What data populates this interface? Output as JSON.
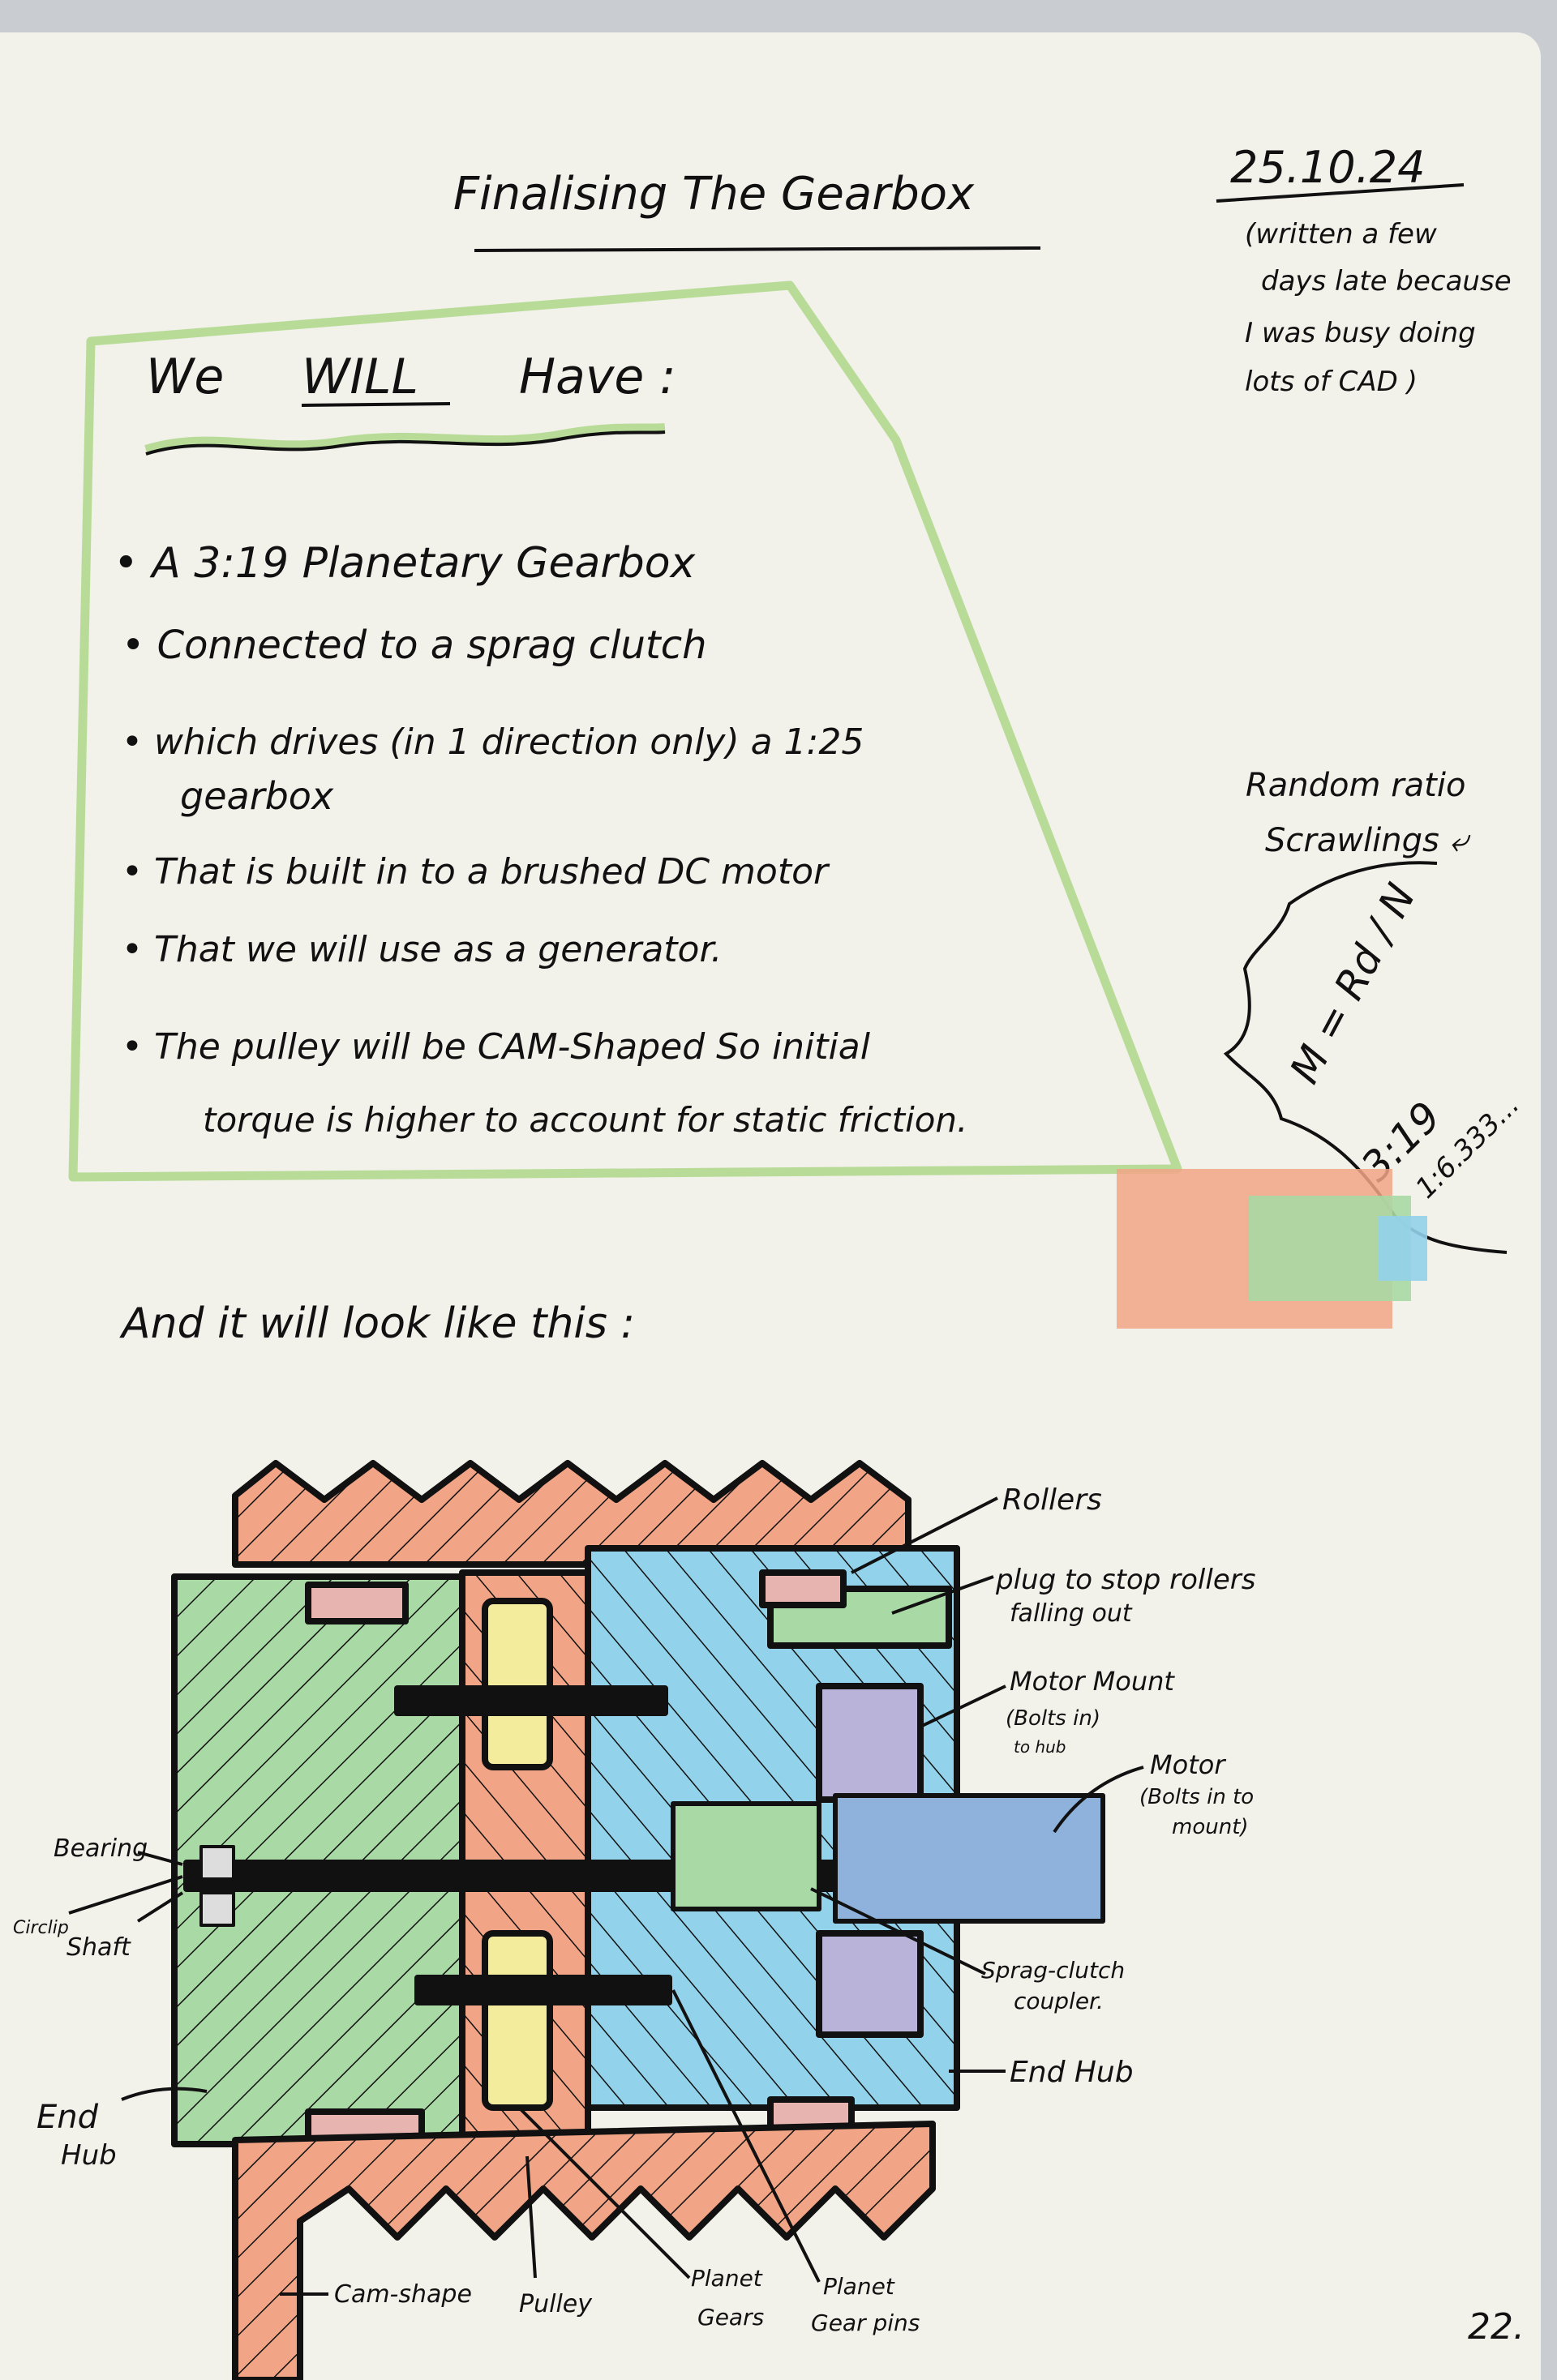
{
  "title": "Finalising The Gearbox",
  "date": "25.10.24",
  "date_note": [
    "(written a few",
    "days late because",
    "I was busy doing",
    "lots of CAD )"
  ],
  "will_have": {
    "heading_prefix": "We",
    "heading_emphasis": "WILL",
    "heading_suffix": "Have :",
    "bullets": [
      "• A  3:19  Planetary  Gearbox",
      "• Connected  to  a  sprag  clutch",
      "• which  drives  (in 1 direction only)  a  1:25",
      "gearbox",
      "• That  is  built  in  to  a  brushed  DC  motor",
      "• That  we  will  use  as  a  generator.",
      "• The  pulley  will  be  CAM-Shaped  So  initial",
      "torque  is  higher  to  account  for  static  friction."
    ]
  },
  "scrawlings": {
    "label": [
      "Random ratio",
      "Scrawlings ⤶"
    ],
    "formula": "M = Rd / N",
    "ratio": "3:19",
    "ratio_decimal": "1:6.333..."
  },
  "intro": "And  it  will  look  like  this :",
  "diagram_labels": {
    "rollers": "Rollers",
    "plug": [
      "plug to stop rollers",
      "falling out"
    ],
    "motor_mount": [
      "Motor Mount",
      "(Bolts in)",
      "to hub"
    ],
    "motor": [
      "Motor",
      "(Bolts in to",
      "mount)"
    ],
    "bearing": "Bearing",
    "circlip": "Circlip",
    "shaft": "Shaft",
    "sprag": [
      "Sprag-clutch",
      "coupler."
    ],
    "end_hub_right": "End Hub",
    "end_hub_left": [
      "End",
      "Hub"
    ],
    "cam": "Cam-shape",
    "pulley": "Pulley",
    "planet_gears": [
      "Planet",
      "Gears"
    ],
    "planet_pins": [
      "Planet",
      "Gear pins"
    ]
  },
  "page_number": "22.",
  "colors": {
    "highlighter_green": "#b8dc98",
    "orange": "#f2a486",
    "green": "#a9d9a4",
    "blue": "#92d2ea",
    "yellow": "#f3ec9c",
    "purple": "#b9b3d9",
    "motor_blue": "#8fb2dc"
  }
}
